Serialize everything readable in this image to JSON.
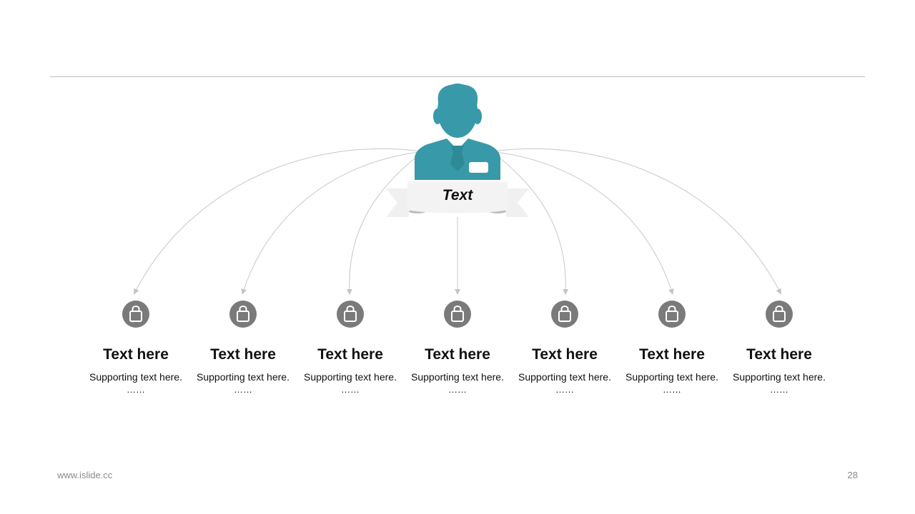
{
  "center": {
    "label": "Text",
    "icon": "person-icon",
    "color": "#3899a8"
  },
  "items": [
    {
      "title": "Text here",
      "subtitle": "Supporting text here.",
      "ellipsis": "……",
      "icon": "shopping-bag-icon"
    },
    {
      "title": "Text here",
      "subtitle": "Supporting text here.",
      "ellipsis": "……",
      "icon": "shopping-bag-icon"
    },
    {
      "title": "Text here",
      "subtitle": "Supporting text here.",
      "ellipsis": "……",
      "icon": "shopping-bag-icon"
    },
    {
      "title": "Text here",
      "subtitle": "Supporting text here.",
      "ellipsis": "……",
      "icon": "shopping-bag-icon"
    },
    {
      "title": "Text here",
      "subtitle": "Supporting text here.",
      "ellipsis": "……",
      "icon": "shopping-bag-icon"
    },
    {
      "title": "Text here",
      "subtitle": "Supporting text here.",
      "ellipsis": "……",
      "icon": "shopping-bag-icon"
    },
    {
      "title": "Text here",
      "subtitle": "Supporting text here.",
      "ellipsis": "……",
      "icon": "shopping-bag-icon"
    }
  ],
  "colors": {
    "accent": "#3899a8",
    "icon_circle": "#7a7a7a",
    "connector": "#c8c8c8",
    "banner": "#f0f0f0"
  },
  "footer": {
    "url": "www.islide.cc",
    "page_number": "28"
  }
}
